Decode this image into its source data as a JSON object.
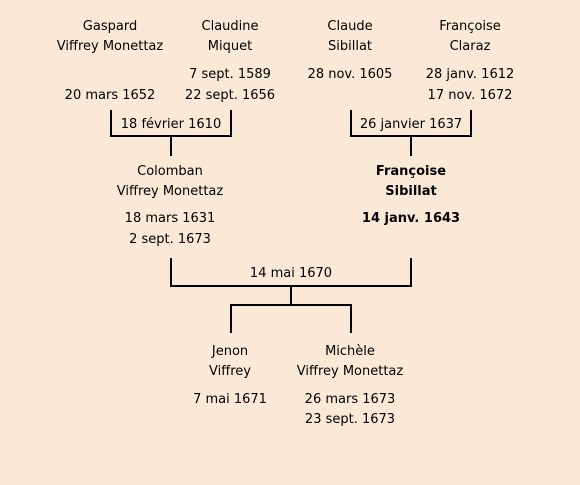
{
  "grandparents_paternal": {
    "gaspard": {
      "first": "Gaspard",
      "last": "Viffrey Monettaz",
      "death": "20 mars 1652"
    },
    "claudine": {
      "first": "Claudine",
      "last": "Miquet",
      "birth": "7 sept. 1589",
      "death": "22 sept. 1656"
    },
    "marriage": "18 février 1610"
  },
  "grandparents_maternal": {
    "claude": {
      "first": "Claude",
      "last": "Sibillat",
      "birth": "28 nov. 1605"
    },
    "francoise": {
      "first": "Françoise",
      "last": "Claraz",
      "birth": "28 janv. 1612",
      "death": "17 nov. 1672"
    },
    "marriage": "26 janvier 1637"
  },
  "parents": {
    "colomban": {
      "first": "Colomban",
      "last": "Viffrey Monettaz",
      "birth": "18 mars 1631",
      "death": "2 sept. 1673"
    },
    "francoise": {
      "first": "Françoise",
      "last": "Sibillat",
      "birth": "14 janv. 1643"
    },
    "marriage": "14 mai 1670"
  },
  "children": {
    "jenon": {
      "first": "Jenon",
      "last": "Viffrey",
      "birth": "7 mai 1671"
    },
    "michele": {
      "first": "Michèle",
      "last": "Viffrey Monettaz",
      "birth": "26 mars 1673",
      "death": "23 sept. 1673"
    }
  },
  "colors": {
    "background": "#fbe9d8",
    "line": "#000000"
  }
}
